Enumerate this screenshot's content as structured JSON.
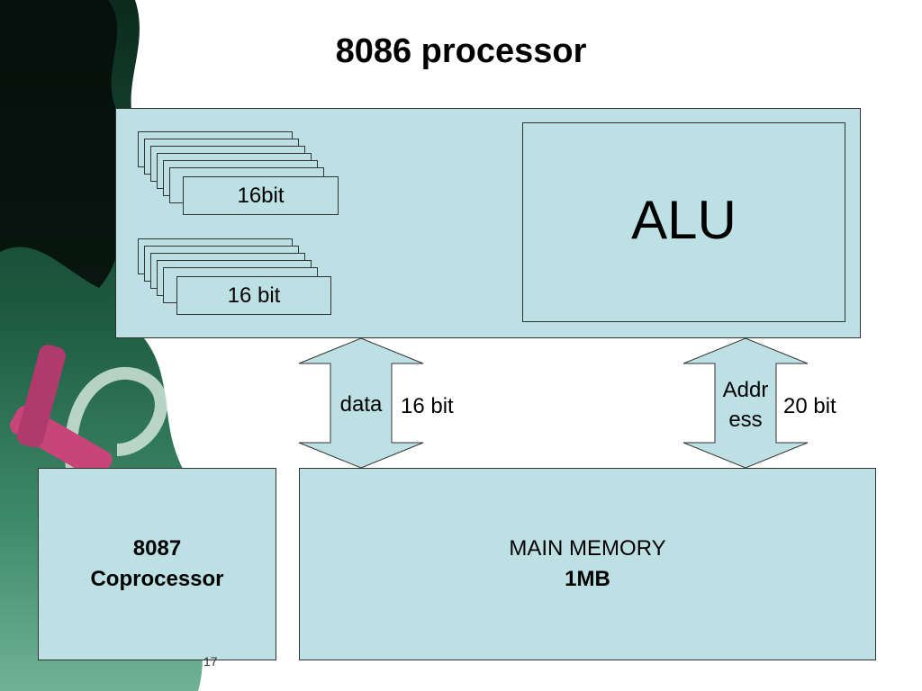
{
  "slide": {
    "title": "8086 processor",
    "page_number": "17"
  },
  "processor": {
    "alu_label": "ALU",
    "register_group_1_label": "16bit",
    "register_group_2_label": "16 bit"
  },
  "buses": {
    "data_label": "data",
    "data_width": "16 bit",
    "address_label_line1": "Addr",
    "address_label_line2": "ess",
    "address_width": "20 bit"
  },
  "coprocessor": {
    "line1": "8087",
    "line2": "Coprocessor"
  },
  "memory": {
    "line1": "MAIN MEMORY",
    "line2": "1MB"
  },
  "colors": {
    "box_fill": "#bce0e3",
    "box_border": "#333333"
  }
}
